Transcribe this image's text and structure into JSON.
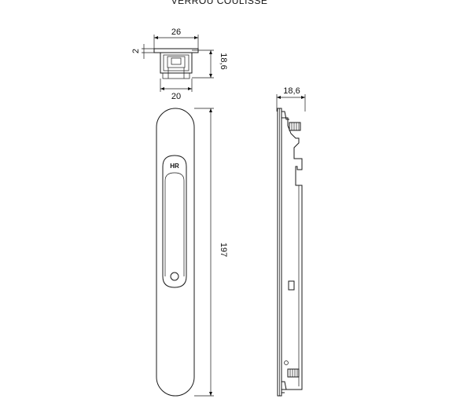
{
  "title": "VERROU COULISSE",
  "top_view": {
    "dims": {
      "width_top": "26",
      "thickness": "2",
      "height": "18,6",
      "width_bottom": "20"
    }
  },
  "front_view": {
    "dims": {
      "length": "197"
    },
    "logo_text": "HR"
  },
  "side_view": {
    "dims": {
      "depth": "18,6"
    }
  }
}
